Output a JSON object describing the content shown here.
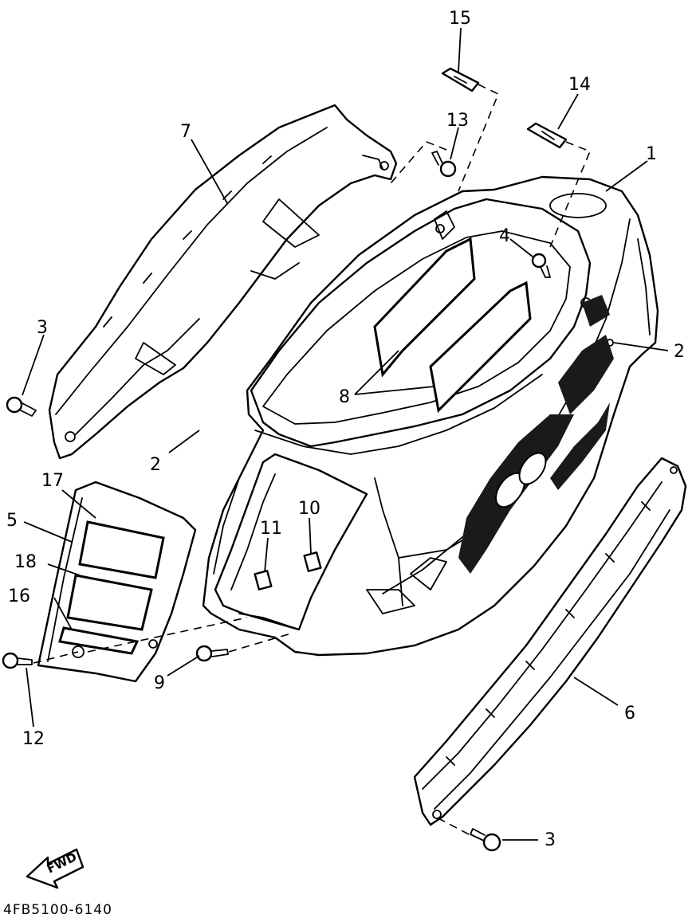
{
  "diagram": {
    "callouts": [
      {
        "id": "c1",
        "text": "1"
      },
      {
        "id": "c2a",
        "text": "2"
      },
      {
        "id": "c2b",
        "text": "2"
      },
      {
        "id": "c3a",
        "text": "3"
      },
      {
        "id": "c3b",
        "text": "3"
      },
      {
        "id": "c4",
        "text": "4"
      },
      {
        "id": "c5",
        "text": "5"
      },
      {
        "id": "c6",
        "text": "6"
      },
      {
        "id": "c7",
        "text": "7"
      },
      {
        "id": "c8",
        "text": "8"
      },
      {
        "id": "c9",
        "text": "9"
      },
      {
        "id": "c10",
        "text": "10"
      },
      {
        "id": "c11",
        "text": "11"
      },
      {
        "id": "c12",
        "text": "12"
      },
      {
        "id": "c13",
        "text": "13"
      },
      {
        "id": "c14",
        "text": "14"
      },
      {
        "id": "c15",
        "text": "15"
      },
      {
        "id": "c16",
        "text": "16"
      },
      {
        "id": "c17",
        "text": "17"
      },
      {
        "id": "c18",
        "text": "18"
      }
    ],
    "fwd_label": "FWD",
    "drawing_code": "4FB5100-6140"
  }
}
